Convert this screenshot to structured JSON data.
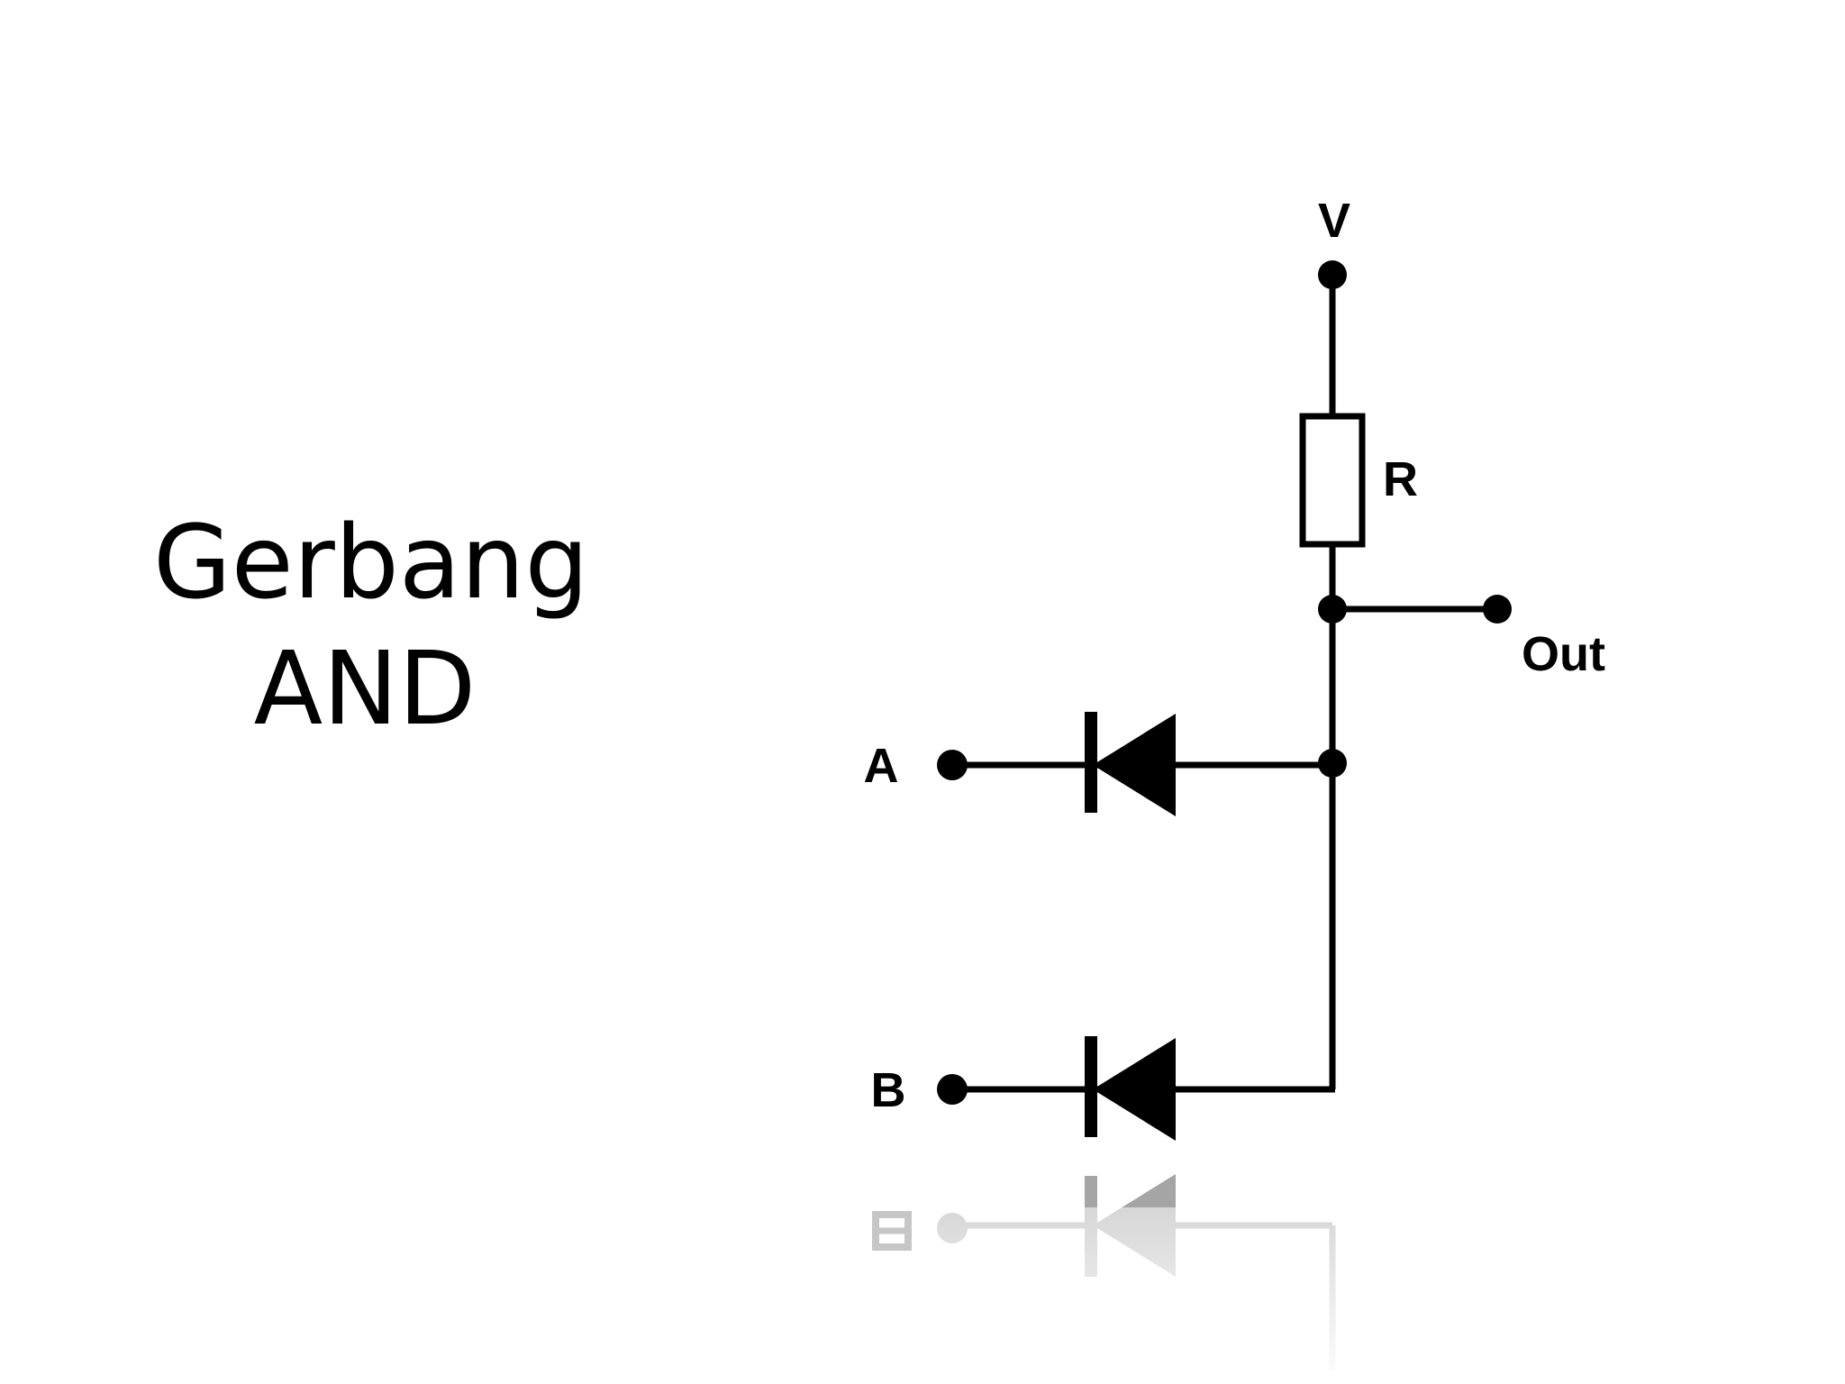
{
  "slide": {
    "title_line1": "Gerbang",
    "title_line2": "AND"
  },
  "circuit": {
    "supply_label": "V",
    "resistor_label": "R",
    "output_label": "Out",
    "input_a_label": "A",
    "input_b_label": "B"
  },
  "colors": {
    "background": "#ffffff",
    "ink": "#000000"
  }
}
